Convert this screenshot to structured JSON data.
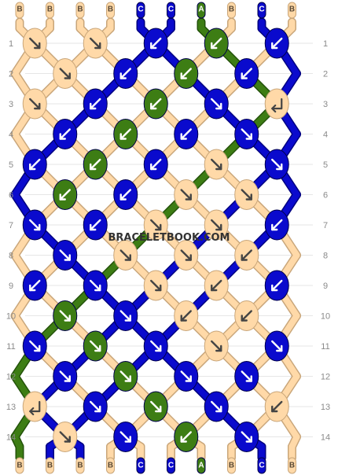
{
  "strands_top": [
    "B",
    "B",
    "B",
    "B",
    "C",
    "C",
    "A",
    "B",
    "C",
    "B"
  ],
  "strands_bottom": [
    "B",
    "B",
    "B",
    "B",
    "C",
    "C",
    "A",
    "B",
    "C",
    "B"
  ],
  "colors": {
    "A": "#3d7d14",
    "B": "#ffd9a8",
    "C": "#0a0acd"
  },
  "rows": [
    "1",
    "2",
    "3",
    "4",
    "5",
    "6",
    "7",
    "8",
    "9",
    "10",
    "11",
    "12",
    "13",
    "14"
  ],
  "knots": [
    [
      {
        "c": "B",
        "d": "rf"
      },
      {
        "c": "B",
        "d": "rf"
      },
      {
        "c": "C",
        "d": "lf"
      },
      {
        "c": "A",
        "d": "lf"
      },
      {
        "c": "C",
        "d": "lf"
      }
    ],
    [
      {
        "c": "B",
        "d": "rf"
      },
      {
        "c": "C",
        "d": "lf"
      },
      {
        "c": "A",
        "d": "lf"
      },
      {
        "c": "C",
        "d": "lf"
      }
    ],
    [
      {
        "c": "B",
        "d": "rf"
      },
      {
        "c": "C",
        "d": "lf"
      },
      {
        "c": "A",
        "d": "lf"
      },
      {
        "c": "C",
        "d": "rf"
      },
      {
        "c": "B",
        "d": "lb"
      }
    ],
    [
      {
        "c": "C",
        "d": "lf"
      },
      {
        "c": "A",
        "d": "lf"
      },
      {
        "c": "C",
        "d": "lf"
      },
      {
        "c": "C",
        "d": "rf"
      }
    ],
    [
      {
        "c": "C",
        "d": "lf"
      },
      {
        "c": "A",
        "d": "lf"
      },
      {
        "c": "C",
        "d": "lf"
      },
      {
        "c": "B",
        "d": "rf"
      },
      {
        "c": "C",
        "d": "rf"
      }
    ],
    [
      {
        "c": "A",
        "d": "lf"
      },
      {
        "c": "C",
        "d": "lf"
      },
      {
        "c": "B",
        "d": "rf"
      },
      {
        "c": "B",
        "d": "rf"
      }
    ],
    [
      {
        "c": "C",
        "d": "rf"
      },
      {
        "c": "C",
        "d": "lf"
      },
      {
        "c": "B",
        "d": "rf"
      },
      {
        "c": "B",
        "d": "rf"
      },
      {
        "c": "C",
        "d": "lf"
      }
    ],
    [
      {
        "c": "C",
        "d": "rf"
      },
      {
        "c": "B",
        "d": "rf"
      },
      {
        "c": "B",
        "d": "rf"
      },
      {
        "c": "B",
        "d": "lf"
      }
    ],
    [
      {
        "c": "C",
        "d": "lf"
      },
      {
        "c": "C",
        "d": "rf"
      },
      {
        "c": "B",
        "d": "rf"
      },
      {
        "c": "B",
        "d": "lf"
      },
      {
        "c": "C",
        "d": "lf"
      }
    ],
    [
      {
        "c": "A",
        "d": "rf"
      },
      {
        "c": "C",
        "d": "rf"
      },
      {
        "c": "B",
        "d": "lf"
      },
      {
        "c": "B",
        "d": "lf"
      }
    ],
    [
      {
        "c": "C",
        "d": "rf"
      },
      {
        "c": "A",
        "d": "rf"
      },
      {
        "c": "C",
        "d": "rf"
      },
      {
        "c": "B",
        "d": "rf"
      },
      {
        "c": "C",
        "d": "rf"
      }
    ],
    [
      {
        "c": "C",
        "d": "rf"
      },
      {
        "c": "A",
        "d": "rf"
      },
      {
        "c": "C",
        "d": "rf"
      },
      {
        "c": "C",
        "d": "rf"
      }
    ],
    [
      {
        "c": "B",
        "d": "lb"
      },
      {
        "c": "C",
        "d": "rf"
      },
      {
        "c": "A",
        "d": "rf"
      },
      {
        "c": "C",
        "d": "rf"
      },
      {
        "c": "B",
        "d": "lf"
      }
    ],
    [
      {
        "c": "B",
        "d": "rf"
      },
      {
        "c": "C",
        "d": "rf"
      },
      {
        "c": "A",
        "d": "lf"
      },
      {
        "c": "C",
        "d": "rf"
      }
    ]
  ],
  "watermark": "BRACELETBOOK.COM"
}
